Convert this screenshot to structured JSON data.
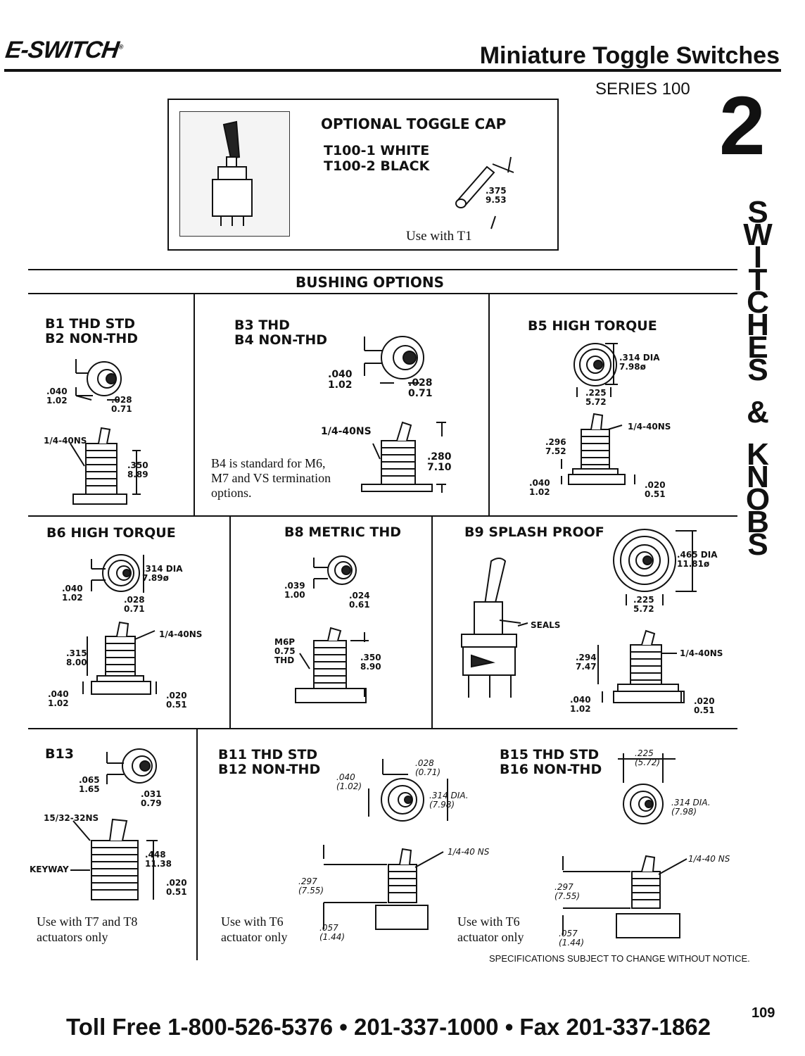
{
  "header": {
    "logo_text": "E-SWITCH",
    "logo_mark": "®",
    "title": "Miniature Toggle Switches",
    "series": "SERIES 100",
    "chapter_number": "2",
    "side_tab": [
      "S",
      "W",
      "I",
      "T",
      "C",
      "H",
      "E",
      "S",
      "&",
      "K",
      "N",
      "O",
      "B",
      "S"
    ]
  },
  "toggle_cap": {
    "heading": "OPTIONAL TOGGLE CAP",
    "option1": "T100-1 WHITE",
    "option2": "T100-2 BLACK",
    "dim_in": ".375",
    "dim_mm": "9.53",
    "note": "Use with T1"
  },
  "bushing_heading": "BUSHING OPTIONS",
  "b1": {
    "line1": "B1 THD STD",
    "line2": "B2 NON-THD",
    "d1_in": ".040",
    "d1_mm": "1.02",
    "d2_in": ".028",
    "d2_mm": "0.71",
    "thread": "1/4-40NS",
    "h_in": ".350",
    "h_mm": "8.89"
  },
  "b3": {
    "line1": "B3 THD",
    "line2": "B4 NON-THD",
    "d1_in": ".040",
    "d1_mm": "1.02",
    "d2_in": ".028",
    "d2_mm": "0.71",
    "thread": "1/4-40NS",
    "h_in": ".280",
    "h_mm": "7.10",
    "note": "B4 is standard for M6, M7 and VS termination options."
  },
  "b5": {
    "title": "B5 HIGH TORQUE",
    "dia_in": ".314 DIA",
    "dia_mm": "7.98ø",
    "w_in": ".225",
    "w_mm": "5.72",
    "thread": "1/4-40NS",
    "h_in": ".296",
    "h_mm": "7.52",
    "b_in": ".040",
    "b_mm": "1.02",
    "r_in": ".020",
    "r_mm": "0.51"
  },
  "b6": {
    "title": "B6 HIGH TORQUE",
    "dia_in": ".314 DIA",
    "dia_mm": "7.89ø",
    "d1_in": ".040",
    "d1_mm": "1.02",
    "d2_in": ".028",
    "d2_mm": "0.71",
    "thread": "1/4-40NS",
    "h_in": ".315",
    "h_mm": "8.00",
    "b_in": ".040",
    "b_mm": "1.02",
    "r_in": ".020",
    "r_mm": "0.51"
  },
  "b8": {
    "title": "B8 METRIC THD",
    "d1_in": ".039",
    "d1_mm": "1.00",
    "d2_in": ".024",
    "d2_mm": "0.61",
    "thread_l1": "M6P",
    "thread_l2": "0.75",
    "thread_l3": "THD",
    "h_in": ".350",
    "h_mm": "8.90"
  },
  "b9": {
    "title": "B9 SPLASH PROOF",
    "dia_in": ".465 DIA",
    "dia_mm": "11.81ø",
    "w_in": ".225",
    "w_mm": "5.72",
    "seals": "SEALS",
    "thread": "1/4-40NS",
    "h_in": ".294",
    "h_mm": "7.47",
    "b_in": ".040",
    "b_mm": "1.02",
    "r_in": ".020",
    "r_mm": "0.51"
  },
  "b13": {
    "title": "B13",
    "d1_in": ".065",
    "d1_mm": "1.65",
    "d2_in": ".031",
    "d2_mm": "0.79",
    "thread": "15/32-32NS",
    "keyway": "KEYWAY",
    "h_in": ".448",
    "h_mm": "11.38",
    "r_in": ".020",
    "r_mm": "0.51",
    "note": "Use with T7 and T8 actuators only"
  },
  "b11": {
    "line1": "B11 THD STD",
    "line2": "B12 NON-THD",
    "d1_in": ".040",
    "d1_mm": "(1.02)",
    "d2_in": ".028",
    "d2_mm": "(0.71)",
    "dia_in": ".314 DIA.",
    "dia_mm": "(7.98)",
    "thread": "1/4-40 NS",
    "h_in": ".297",
    "h_mm": "(7.55)",
    "b_in": ".057",
    "b_mm": "(1.44)",
    "note": "Use with T6 actuator only"
  },
  "b15": {
    "line1": "B15 THD STD",
    "line2": "B16 NON-THD",
    "w_in": ".225",
    "w_mm": "(5.72)",
    "dia_in": ".314 DIA.",
    "dia_mm": "(7.98)",
    "thread": "1/4-40 NS",
    "h_in": ".297",
    "h_mm": "(7.55)",
    "b_in": ".057",
    "b_mm": "(1.44)",
    "note": "Use with T6 actuator only"
  },
  "spec_note": "SPECIFICATIONS SUBJECT TO CHANGE WITHOUT NOTICE.",
  "page_number": "109",
  "footer": "Toll Free 1-800-526-5376 • 201-337-1000 • Fax 201-337-1862"
}
